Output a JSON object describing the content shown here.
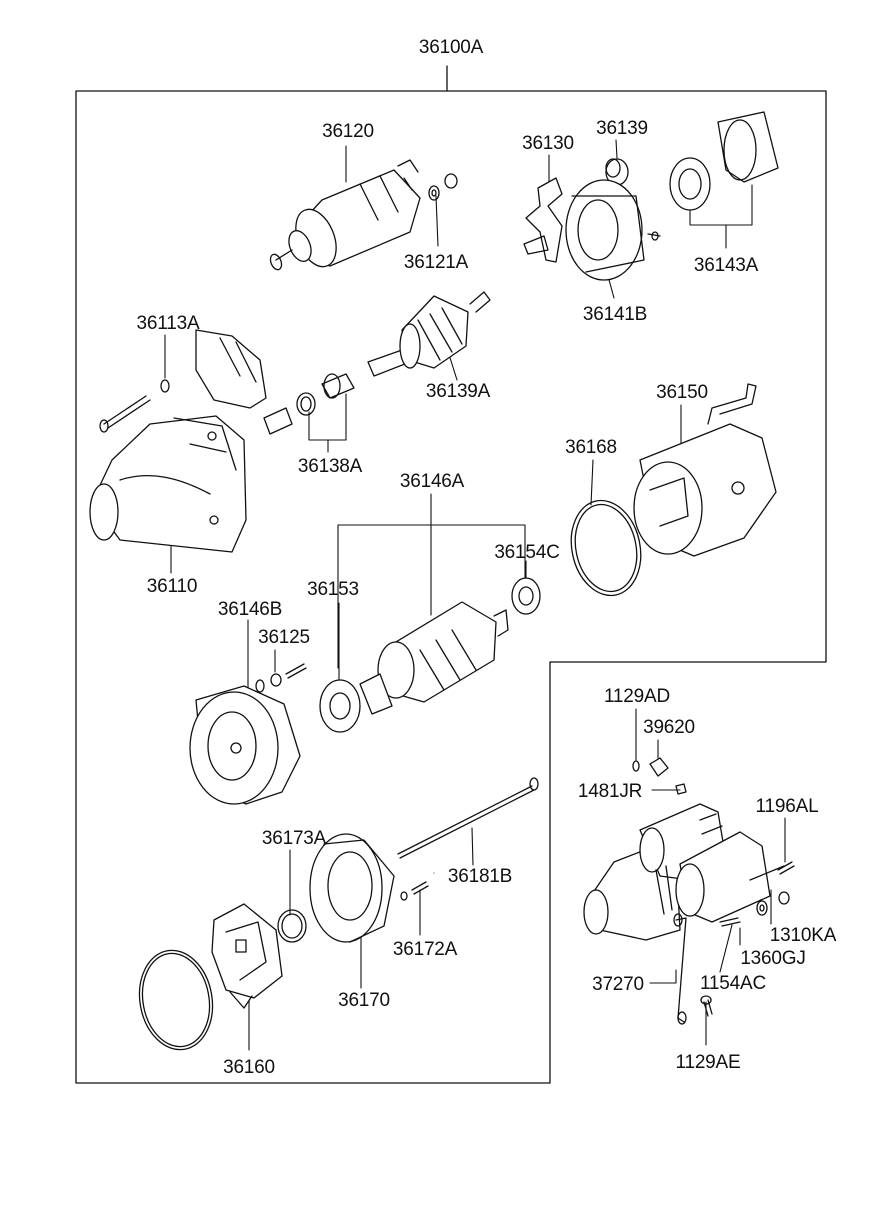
{
  "diagram": {
    "assembly_label": "36100A",
    "parts": [
      {
        "id": "p-36120",
        "label": "36120"
      },
      {
        "id": "p-36121A",
        "label": "36121A"
      },
      {
        "id": "p-36130",
        "label": "36130"
      },
      {
        "id": "p-36139",
        "label": "36139"
      },
      {
        "id": "p-36141B",
        "label": "36141B"
      },
      {
        "id": "p-36143A",
        "label": "36143A"
      },
      {
        "id": "p-36113A",
        "label": "36113A"
      },
      {
        "id": "p-36139A",
        "label": "36139A"
      },
      {
        "id": "p-36138A",
        "label": "36138A"
      },
      {
        "id": "p-36150",
        "label": "36150"
      },
      {
        "id": "p-36168",
        "label": "36168"
      },
      {
        "id": "p-36110",
        "label": "36110"
      },
      {
        "id": "p-36146A",
        "label": "36146A"
      },
      {
        "id": "p-36154C",
        "label": "36154C"
      },
      {
        "id": "p-36153",
        "label": "36153"
      },
      {
        "id": "p-36146B",
        "label": "36146B"
      },
      {
        "id": "p-36125",
        "label": "36125"
      },
      {
        "id": "p-1129AD",
        "label": "1129AD"
      },
      {
        "id": "p-39620",
        "label": "39620"
      },
      {
        "id": "p-1481JR",
        "label": "1481JR"
      },
      {
        "id": "p-1196AL",
        "label": "1196AL"
      },
      {
        "id": "p-36173A",
        "label": "36173A"
      },
      {
        "id": "p-36181B",
        "label": "36181B"
      },
      {
        "id": "p-36172A",
        "label": "36172A"
      },
      {
        "id": "p-1310KA",
        "label": "1310KA"
      },
      {
        "id": "p-1360GJ",
        "label": "1360GJ"
      },
      {
        "id": "p-37270",
        "label": "37270"
      },
      {
        "id": "p-1154AC",
        "label": "1154AC"
      },
      {
        "id": "p-36170",
        "label": "36170"
      },
      {
        "id": "p-1129AE",
        "label": "1129AE"
      },
      {
        "id": "p-36160",
        "label": "36160"
      }
    ]
  }
}
